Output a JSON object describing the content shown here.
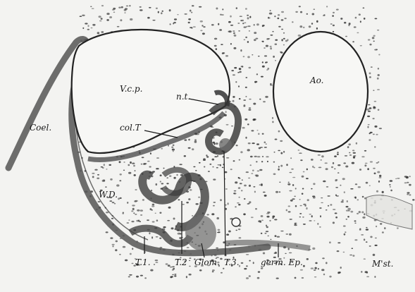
{
  "figure": {
    "labels": {
      "vcp": "V.c.p.",
      "ao": "Ao.",
      "nt": "n.t.",
      "colT": "col.T",
      "coel": "Coel.",
      "wd": "W.D.",
      "t1": "T.1.",
      "t2": "T.2",
      "glom": "Glom.",
      "t3": "T.3.",
      "germEp": "germ. Ep.",
      "mst": "M'st."
    },
    "colors": {
      "background": "#f3f3f1",
      "ink": "#1a1a1a",
      "tissue": "#555555"
    }
  }
}
